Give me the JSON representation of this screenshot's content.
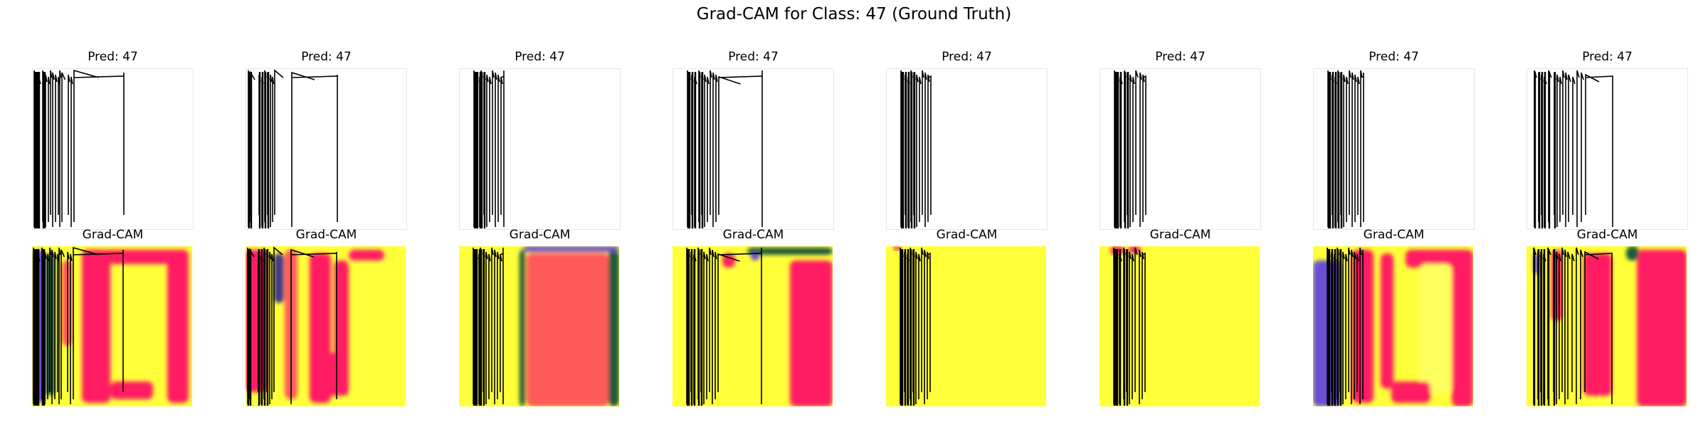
{
  "figure": {
    "title": "Grad-CAM for Class: 47 (Ground Truth)"
  },
  "panels": [
    {
      "pred_label": "Pred: 47",
      "cam_label": "Grad-CAM",
      "variant": 0,
      "strokes": [
        2,
        4,
        6,
        8,
        14,
        16,
        18,
        22,
        25,
        28,
        32,
        36,
        38,
        41,
        50,
        54,
        58,
        128
      ],
      "cam": {
        "base": "#ffff3a",
        "blobs": [
          [
            "#ff1a62",
            70,
            5,
            40,
            215
          ],
          [
            "#ff1a62",
            100,
            5,
            120,
            20
          ],
          [
            "#ff1a62",
            190,
            5,
            30,
            215
          ],
          [
            "#6b4fd6",
            2,
            5,
            16,
            215
          ],
          [
            "#1e5a3e",
            20,
            10,
            12,
            200
          ],
          [
            "#ff5a5a",
            42,
            20,
            14,
            120
          ],
          [
            "#ff1a62",
            110,
            190,
            60,
            25
          ]
        ]
      }
    },
    {
      "pred_label": "Pred: 47",
      "cam_label": "Grad-CAM",
      "variant": 1,
      "strokes": [
        3,
        6,
        18,
        22,
        26,
        30,
        34,
        37,
        40,
        64,
        128
      ],
      "cam": {
        "base": "#ffff3a",
        "blobs": [
          [
            "#ff1a62",
            0,
            5,
            30,
            200
          ],
          [
            "#ff5a5a",
            55,
            5,
            18,
            210
          ],
          [
            "#ff1a62",
            90,
            10,
            30,
            210
          ],
          [
            "#ff1a62",
            125,
            20,
            20,
            190
          ],
          [
            "#ff1a62",
            90,
            150,
            55,
            60
          ],
          [
            "#3f3a8a",
            40,
            10,
            14,
            70
          ],
          [
            "#ff1a62",
            145,
            5,
            50,
            15
          ]
        ]
      }
    },
    {
      "pred_label": "Pred: 47",
      "cam_label": "Grad-CAM",
      "variant": 2,
      "strokes": [
        20,
        22,
        24,
        28,
        30,
        34,
        38,
        42,
        46,
        50,
        54,
        58,
        62
      ],
      "cam": {
        "base": "#ffff3a",
        "blobs": [
          [
            "#ff5a5a",
            95,
            10,
            115,
            215
          ],
          [
            "#1e5a3e",
            85,
            5,
            8,
            220
          ],
          [
            "#1e5a3e",
            210,
            5,
            15,
            220
          ],
          [
            "#6b4fd6",
            90,
            0,
            135,
            8
          ]
        ]
      }
    },
    {
      "pred_label": "Pred: 47",
      "cam_label": "Grad-CAM",
      "variant": 3,
      "strokes": [
        20,
        22,
        26,
        30,
        36,
        40,
        44,
        48,
        52,
        56,
        60,
        64,
        125
      ],
      "cam": {
        "base": "#ffff3a",
        "blobs": [
          [
            "#ff1a62",
            165,
            20,
            60,
            205
          ],
          [
            "#1e5a3e",
            105,
            2,
            120,
            10
          ],
          [
            "#ff1a62",
            70,
            10,
            18,
            20
          ],
          [
            "#6b4fd6",
            110,
            8,
            12,
            12
          ]
        ]
      }
    },
    {
      "pred_label": "Pred: 47",
      "cam_label": "Grad-CAM",
      "variant": 4,
      "strokes": [
        20,
        22,
        26,
        30,
        34,
        38,
        42,
        46,
        50,
        54,
        58,
        62
      ],
      "cam": {
        "base": "#ffff3a",
        "blobs": [
          [
            "#ff1a62",
            10,
            0,
            12,
            6
          ]
        ]
      }
    },
    {
      "pred_label": "Pred: 47",
      "cam_label": "Grad-CAM",
      "variant": 5,
      "strokes": [
        20,
        22,
        24,
        28,
        34,
        38,
        42,
        46,
        50,
        56,
        60,
        64
      ],
      "cam": {
        "base": "#ffff3a",
        "blobs": [
          [
            "#ff1a62",
            15,
            0,
            20,
            12
          ],
          [
            "#ff1a62",
            40,
            0,
            18,
            10
          ]
        ]
      }
    },
    {
      "pred_label": "Pred: 47",
      "cam_label": "Grad-CAM",
      "variant": 6,
      "strokes": [
        20,
        22,
        26,
        30,
        34,
        38,
        42,
        46,
        50,
        54,
        58,
        62,
        66,
        70
      ],
      "cam": {
        "base": "#ffff3a",
        "blobs": [
          [
            "#6b4fd6",
            0,
            20,
            40,
            205
          ],
          [
            "#ff1a62",
            55,
            5,
            30,
            215
          ],
          [
            "#ff1a62",
            95,
            10,
            18,
            190
          ],
          [
            "#ff1a62",
            130,
            5,
            95,
            25
          ],
          [
            "#ff1a62",
            195,
            10,
            30,
            215
          ],
          [
            "#ffff60",
            150,
            25,
            45,
            180
          ],
          [
            "#ff1a62",
            110,
            190,
            55,
            30
          ]
        ]
      }
    },
    {
      "pred_label": "Pred: 47",
      "cam_label": "Grad-CAM",
      "variant": 7,
      "strokes": [
        10,
        16,
        20,
        24,
        30,
        38,
        42,
        46,
        50,
        54,
        58,
        64,
        70,
        76,
        82,
        120
      ],
      "cam": {
        "base": "#ffff3a",
        "blobs": [
          [
            "#ff1a62",
            155,
            5,
            70,
            220
          ],
          [
            "#1e5a3e",
            140,
            0,
            18,
            20
          ],
          [
            "#ff1a62",
            35,
            5,
            15,
            100
          ],
          [
            "#ff1a62",
            80,
            10,
            40,
            200
          ],
          [
            "#6b4fd6",
            10,
            10,
            8,
            30
          ]
        ]
      }
    }
  ]
}
